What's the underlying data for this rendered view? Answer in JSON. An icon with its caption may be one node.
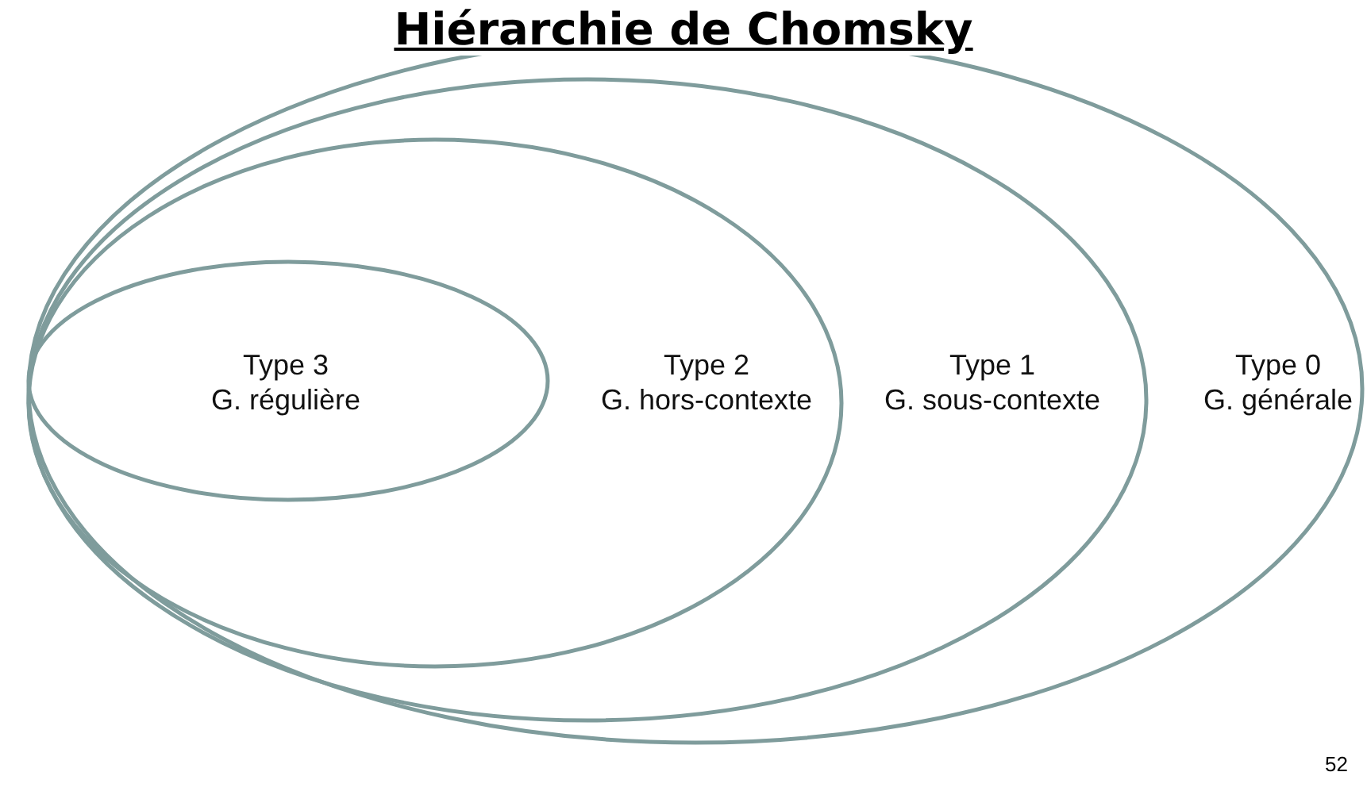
{
  "diagram": {
    "title": "Hiérarchie de Chomsky",
    "nodes": [
      {
        "text": [
          "Type 0",
          "G. générale"
        ]
      },
      {
        "text": [
          "Type 1",
          "G. sous-contexte"
        ],
        "in": 0
      },
      {
        "text": [
          "Type 2",
          "G. hors-contexte"
        ],
        "in": 1
      },
      {
        "text": [
          "Type 3",
          "G. régulière"
        ],
        "in": 2
      }
    ],
    "labels": [
      "52"
    ]
  }
}
